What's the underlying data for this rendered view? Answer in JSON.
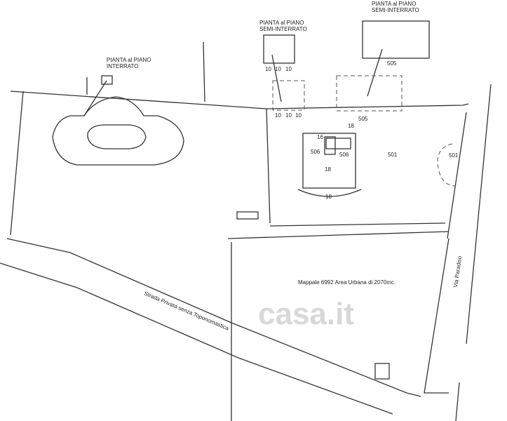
{
  "labels": {
    "plan_basement": [
      "PIANTA al PIANO",
      "INTERRATO"
    ],
    "plan_semi_left": [
      "PIANTA al PIANO",
      "SEMI-INTERRATO"
    ],
    "plan_semi_right": [
      "PIANTA al PIANO",
      "SEMI-INTERRATO"
    ],
    "parcel_note": "Mappale 6992 Area Urbana di 2070mc.",
    "street_right": "Via Paradiso",
    "street_bottom": "Strada Privata senza Toponomastica",
    "watermark": "casa.it"
  },
  "numbers": {
    "sub10": "10",
    "sub505": "505",
    "sub18": "18",
    "sub16": "16",
    "sub506": "506",
    "sub501": "501"
  }
}
